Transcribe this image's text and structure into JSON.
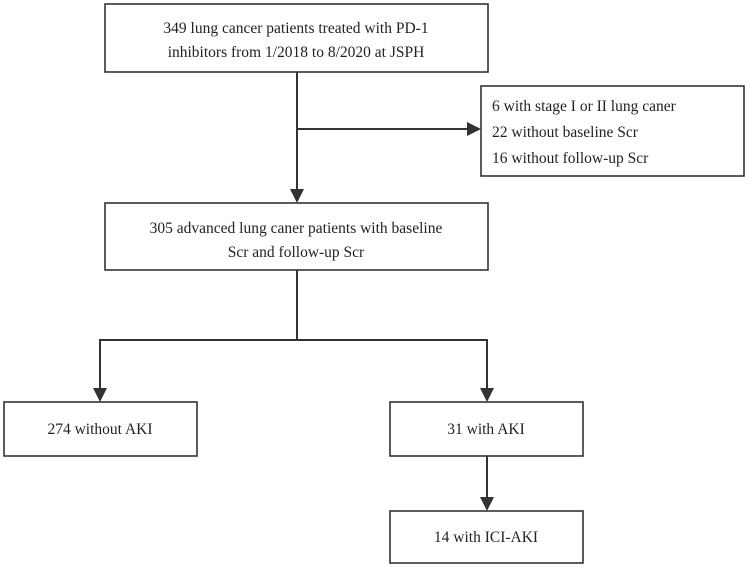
{
  "nodes": {
    "enrolled": {
      "lines": [
        "349 lung cancer patients treated with PD-1",
        "inhibitors from 1/2018 to 8/2020 at JSPH"
      ]
    },
    "excluded": {
      "lines": [
        "6 with stage I or II lung caner",
        "22 without baseline Scr",
        "16 without follow-up Scr"
      ]
    },
    "advanced": {
      "lines": [
        "305 advanced lung caner patients with baseline",
        "Scr and follow-up Scr"
      ]
    },
    "no_aki": {
      "lines": [
        "274 without AKI"
      ]
    },
    "aki": {
      "lines": [
        "31 with AKI"
      ]
    },
    "ici_aki": {
      "lines": [
        "14 with ICI-AKI"
      ]
    }
  }
}
